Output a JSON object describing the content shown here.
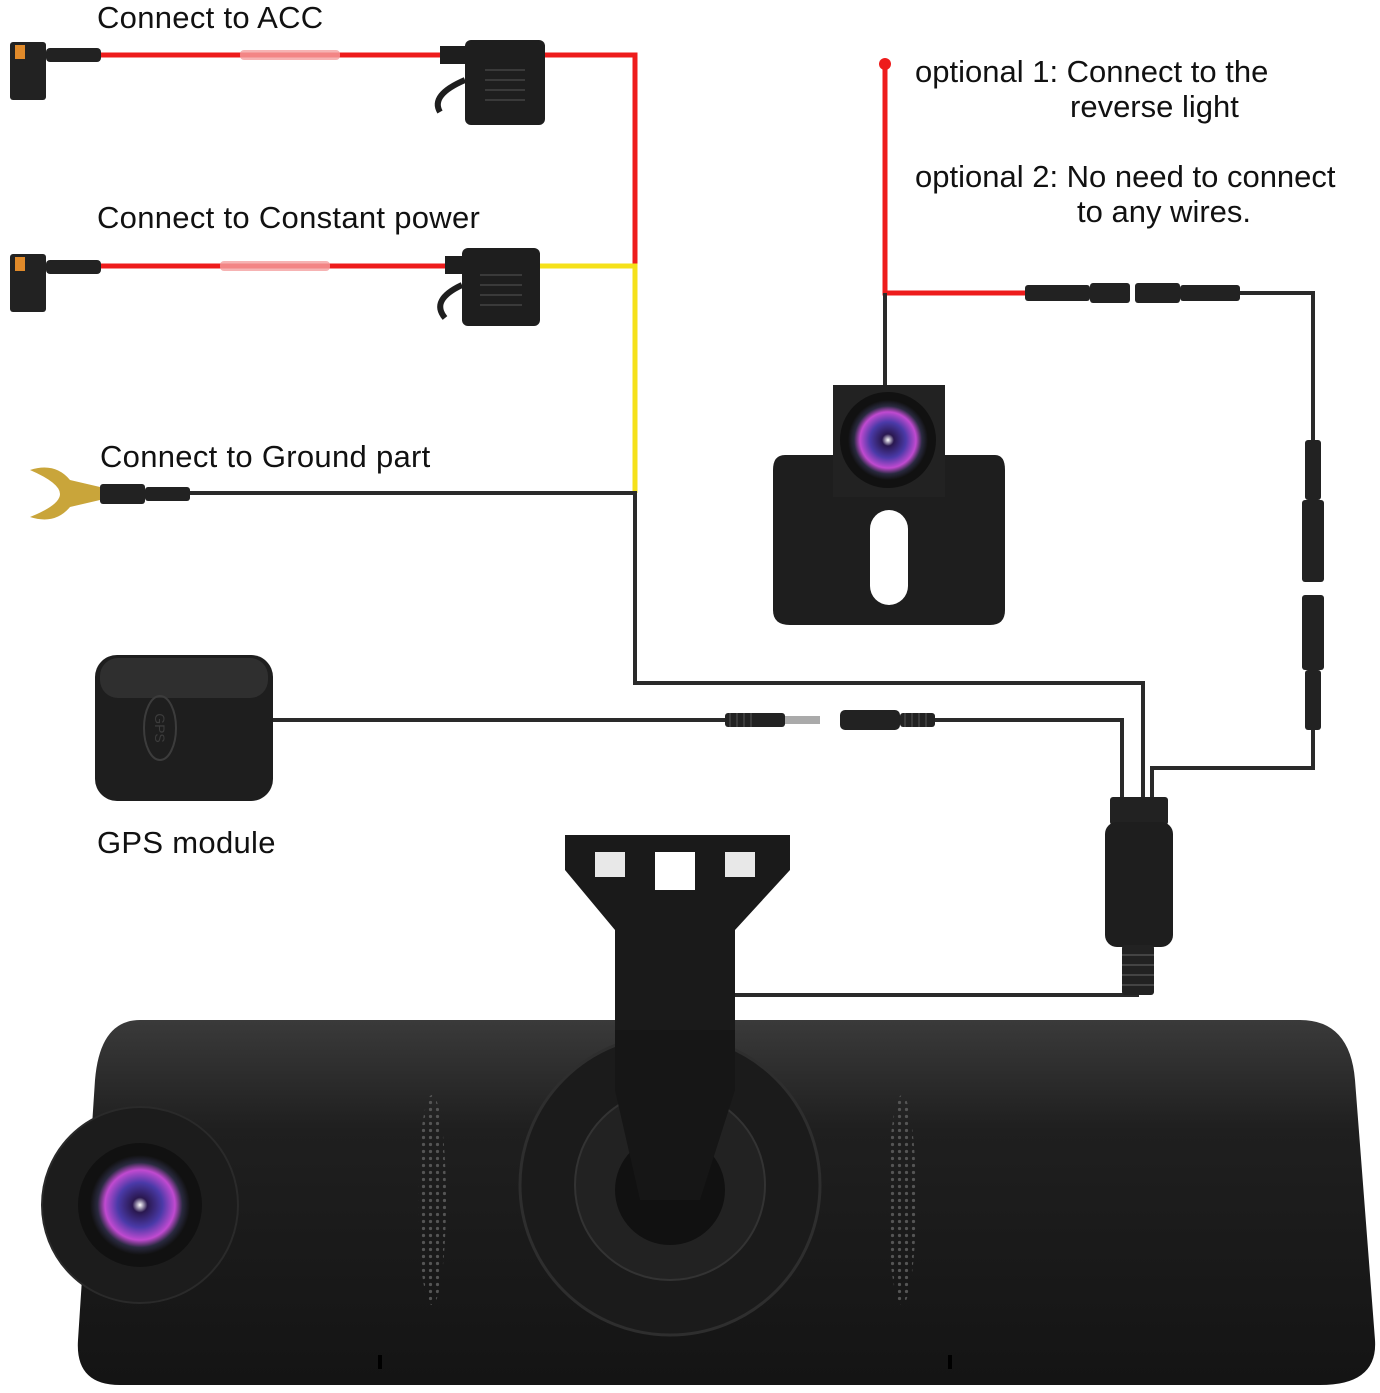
{
  "labels": {
    "acc": "Connect to ACC",
    "constant": "Connect to Constant power",
    "ground": "Connect to Ground part",
    "gps": "GPS module",
    "optional1_line1": "optional 1: Connect to the",
    "optional1_line2": "reverse light",
    "optional2_line1": "optional 2: No need to connect",
    "optional2_line2": "to any wires."
  },
  "gps_logo": "GPS",
  "colors": {
    "red_wire": "#ee1c1c",
    "yellow_wire": "#f5e11a",
    "black_wire": "#2a2a2a",
    "device": "#1e1e1e"
  }
}
